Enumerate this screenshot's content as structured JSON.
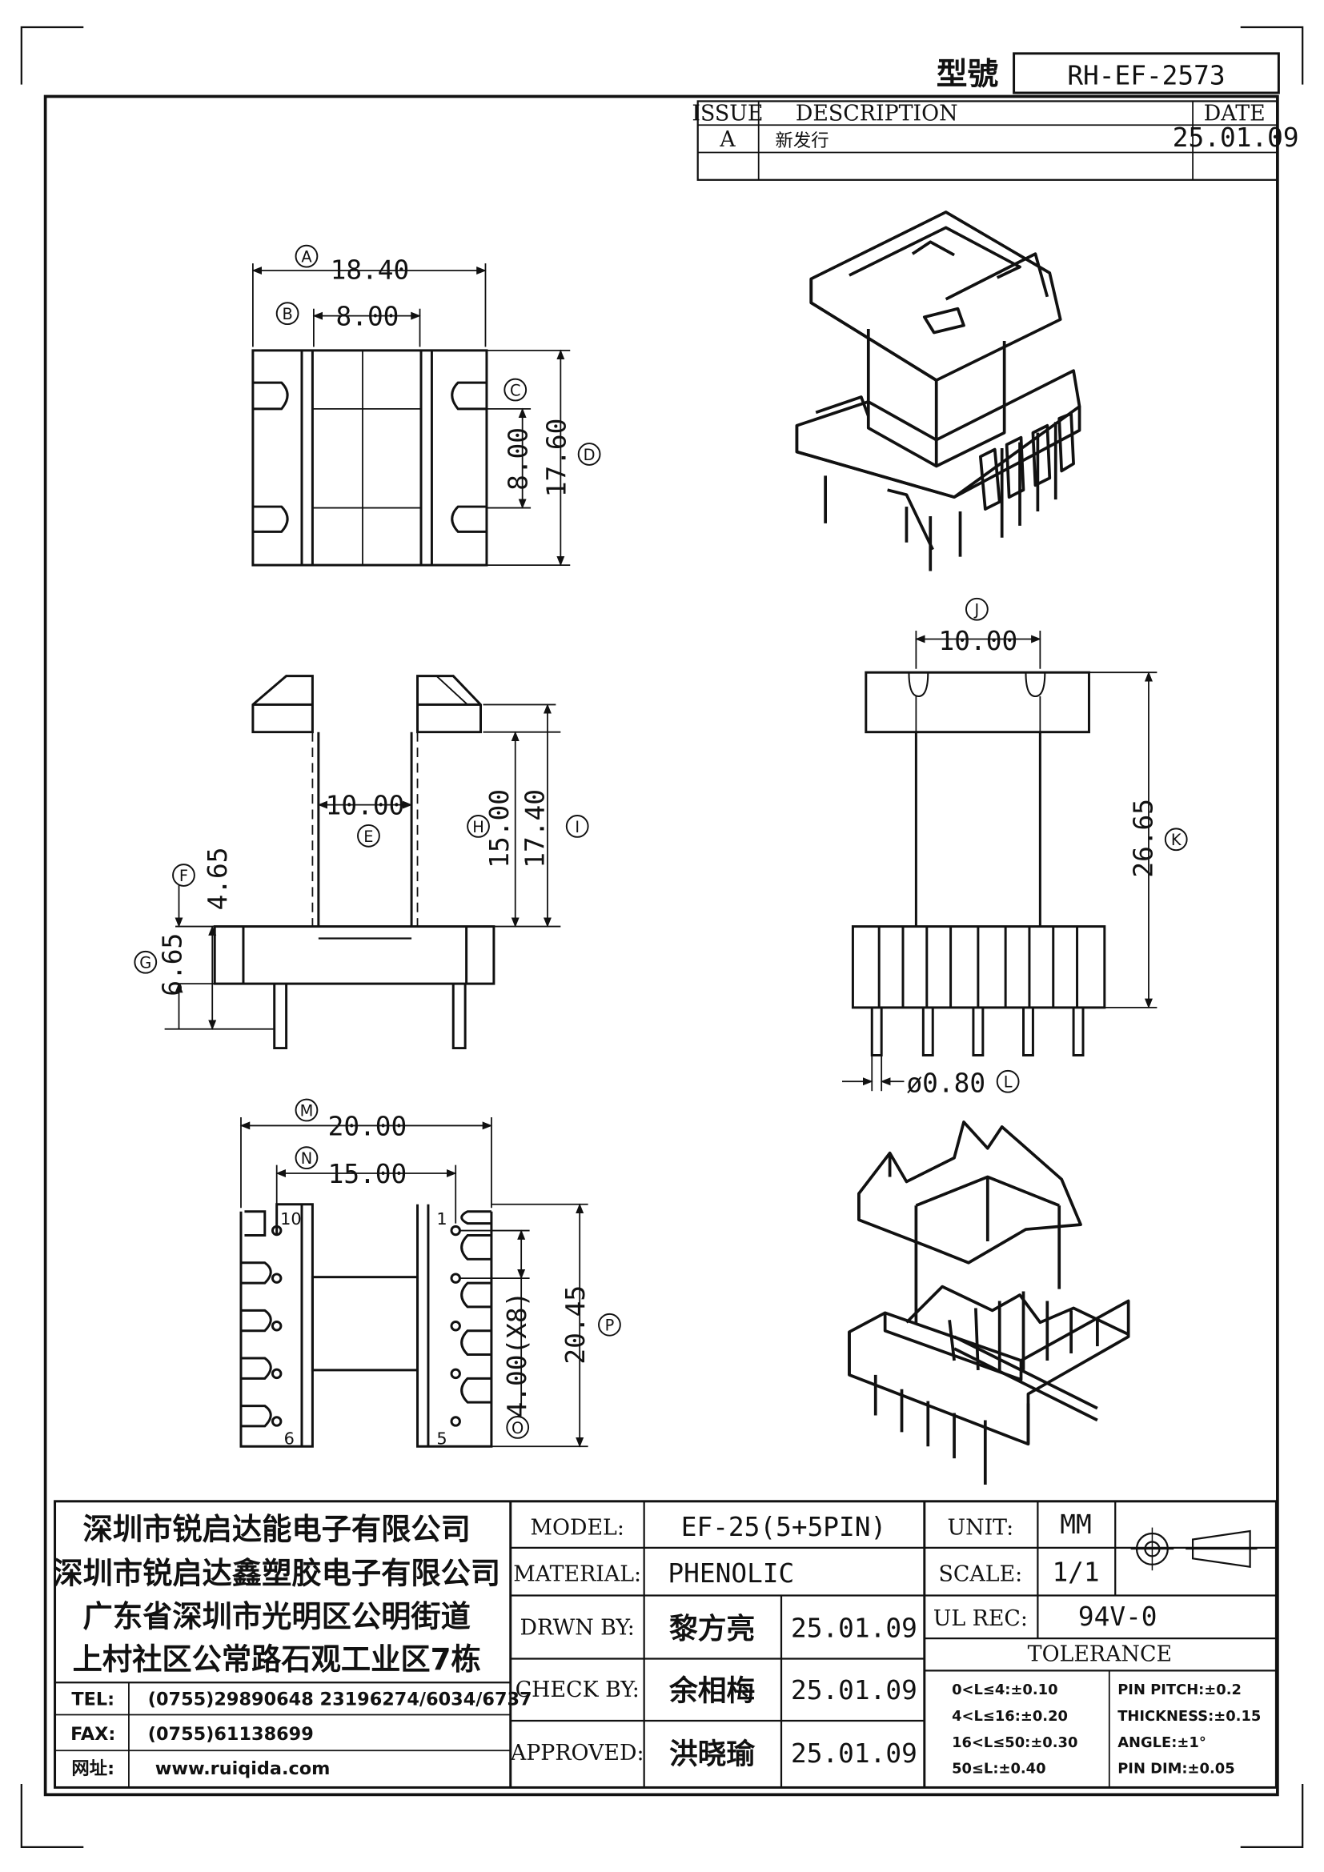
{
  "header": {
    "model_label": "型號",
    "model_number": "RH-EF-2573"
  },
  "revision": {
    "col_issue": "ISSUE",
    "col_description": "DESCRIPTION",
    "col_date": "DATE",
    "rows": [
      {
        "issue": "A",
        "description": "新发行",
        "date": "25.01.09"
      }
    ]
  },
  "dimensions": {
    "A": "18.40",
    "B": "8.00",
    "C": "8.00",
    "D": "17.60",
    "E": "10.00",
    "F": "4.65",
    "G": "6.65",
    "H": "15.00",
    "I": "17.40",
    "J": "10.00",
    "K": "26.65",
    "L": "ø0.80",
    "M": "20.00",
    "N": "15.00",
    "O": "4.00(X8)",
    "P": "20.45"
  },
  "pin_numbers": {
    "top_left": "10",
    "top_right": "1",
    "bottom_left": "6",
    "bottom_right": "5"
  },
  "company": {
    "lines": [
      "深圳市锐启达能电子有限公司",
      "深圳市锐启达鑫塑胶电子有限公司",
      "广东省深圳市光明区公明街道",
      "上村社区公常路石观工业区7栋"
    ],
    "tel_label": "TEL:",
    "tel": "(0755)29890648   23196274/6034/6737",
    "fax_label": "FAX:",
    "fax": "(0755)61138699",
    "web_label": "网址:",
    "web": "www.ruiqida.com"
  },
  "title_block": {
    "model_label": "MODEL:",
    "model": "EF-25(5+5PIN)",
    "material_label": "MATERIAL:",
    "material": "PHENOLIC",
    "drawn_label": "DRWN BY:",
    "drawn_by": "黎方亮",
    "drawn_date": "25.01.09",
    "check_label": "CHECK BY:",
    "check_by": "余相梅",
    "check_date": "25.01.09",
    "approved_label": "APPROVED:",
    "approved_by": "洪晓瑜",
    "approved_date": "25.01.09",
    "unit_label": "UNIT:",
    "unit": "MM",
    "scale_label": "SCALE:",
    "scale": "1/1",
    "ul_label": "UL REC:",
    "ul": "94V-0",
    "tolerance_label": "TOLERANCE",
    "tolerances_left": [
      "0<L≤4:±0.10",
      "4<L≤16:±0.20",
      "16<L≤50:±0.30",
      "50≤L:±0.40"
    ],
    "tolerances_right": [
      "PIN PITCH:±0.2",
      "THICKNESS:±0.15",
      "ANGLE:±1°",
      "PIN DIM:±0.05"
    ]
  }
}
